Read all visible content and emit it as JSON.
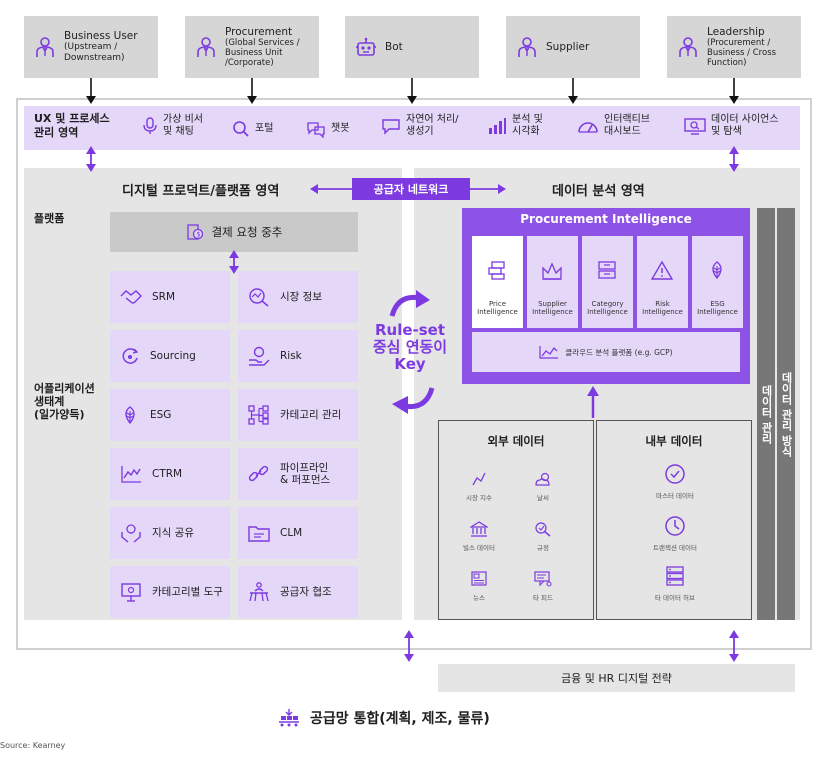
{
  "stakeholders": [
    {
      "label": "Business User",
      "sub": "(Upstream / Downstream)"
    },
    {
      "label": "Procurement",
      "sub": "(Global Services / Business Unit /Corporate)"
    },
    {
      "label": "Bot",
      "sub": ""
    },
    {
      "label": "Supplier",
      "sub": ""
    },
    {
      "label": "Leadership",
      "sub": "(Procurement / Business / Cross Function)"
    }
  ],
  "ux": {
    "title_line1": "UX 및 프로세스",
    "title_line2": "관리 영역",
    "items": [
      {
        "l1": "가상 비서",
        "l2": "및 채팅",
        "icon": "microphone-icon"
      },
      {
        "l1": "포털",
        "l2": "",
        "icon": "search-icon"
      },
      {
        "l1": "챗봇",
        "l2": "",
        "icon": "chat-bubbles-icon"
      },
      {
        "l1": "자연어 처리/",
        "l2": "생성기",
        "icon": "speech-bubble-icon"
      },
      {
        "l1": "분석 및",
        "l2": "시각화",
        "icon": "bar-chart-icon"
      },
      {
        "l1": "인터랙티브",
        "l2": "대시보드",
        "icon": "gauge-icon"
      },
      {
        "l1": "데이터 사이언스",
        "l2": "및 탐색",
        "icon": "monitor-search-icon"
      }
    ]
  },
  "digital": {
    "title": "디지털 프로덕트/플랫폼 영역",
    "platform_label": "플랫폼",
    "platform_bar": "결제 요청 중추",
    "eco_l1": "어플리케이션",
    "eco_l2": "생태계",
    "eco_l3": "(일가양득)",
    "apps_left": [
      {
        "label": "SRM",
        "icon": "handshake-icon"
      },
      {
        "label": "Sourcing",
        "icon": "cycle-icon"
      },
      {
        "label": "ESG",
        "icon": "leaf-icon"
      },
      {
        "label": "CTRM",
        "icon": "line-chart-icon"
      },
      {
        "label": "지식 공유",
        "icon": "hands-bulb-icon"
      },
      {
        "label": "카테고리별 도구",
        "icon": "presentation-icon"
      }
    ],
    "apps_right": [
      {
        "label": "시장 정보",
        "l2": "",
        "icon": "market-search-icon"
      },
      {
        "label": "Risk",
        "l2": "",
        "icon": "hand-coin-icon"
      },
      {
        "label": "카테고리 관리",
        "l2": "",
        "icon": "hierarchy-icon"
      },
      {
        "label": "파이프라인",
        "l2": "& 퍼포먼스",
        "icon": "link-icon"
      },
      {
        "label": "CLM",
        "l2": "",
        "icon": "folder-icon"
      },
      {
        "label": "공급자 협조",
        "l2": "",
        "icon": "meeting-icon"
      }
    ]
  },
  "network_chip": "공급자 네트워크",
  "rule": {
    "l1": "Rule-set",
    "l2": "중심 연동이",
    "l3": "Key"
  },
  "analytics": {
    "title": "데이터 분석  영역",
    "pi_title": "Procurement Intelligence",
    "pi_cards": [
      {
        "l1": "Price",
        "l2": "Intelligence",
        "icon": "money-stack-icon"
      },
      {
        "l1": "Supplier",
        "l2": "Intelligence",
        "icon": "factory-icon"
      },
      {
        "l1": "Category",
        "l2": "Intelligence",
        "icon": "boxes-icon"
      },
      {
        "l1": "Risk",
        "l2": "Intelligence",
        "icon": "warning-icon"
      },
      {
        "l1": "ESG",
        "l2": "Intelligence",
        "icon": "leaf-icon"
      }
    ],
    "cloud": "클라우드 분석 플랫폼 (e.g. GCP)",
    "external": {
      "title": "외부 데이터",
      "items": [
        {
          "label": "시장 지수",
          "icon": "trend-icon"
        },
        {
          "label": "날씨",
          "icon": "weather-icon"
        },
        {
          "label": "빌스 데이터",
          "icon": "bank-icon"
        },
        {
          "label": "규정",
          "icon": "gavel-icon"
        },
        {
          "label": "뉴스",
          "icon": "news-icon"
        },
        {
          "label": "타 피드",
          "icon": "feed-icon"
        }
      ]
    },
    "internal": {
      "title": "내부 데이터",
      "items": [
        {
          "label": "마스터 데이터",
          "icon": "check-circle-icon"
        },
        {
          "label": "트랜잭션 데이터",
          "icon": "clock-icon"
        },
        {
          "label": "타 데이터 허브",
          "icon": "server-icon"
        }
      ]
    },
    "vbar1": "데이터 관리",
    "vbar2": "데이터 관리 방식"
  },
  "finance": "금융 및 HR 디지털 전략",
  "supply": "공급망 통합(계획, 제조, 물류)",
  "source": "Source: Kearney",
  "colors": {
    "accent": "#7c3ae0",
    "light_purple": "#e4d7f8",
    "pi_purple": "#8d52e6",
    "grey_panel": "#e5e5e5"
  }
}
